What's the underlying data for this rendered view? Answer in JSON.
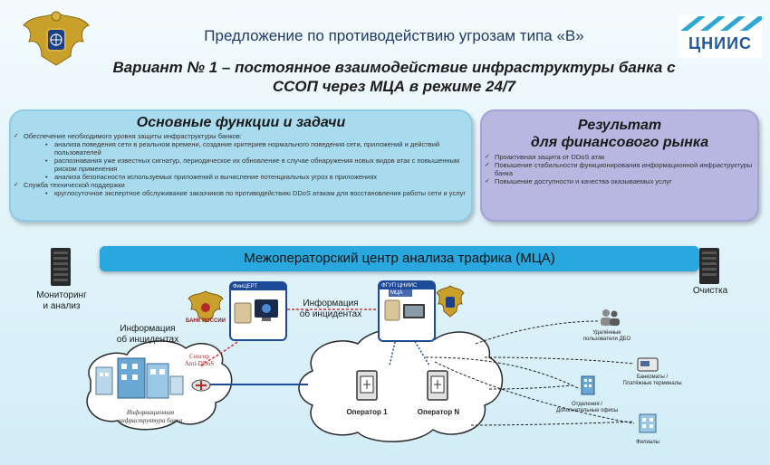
{
  "header": {
    "title": "Предложение по противодействию угрозам типа «В»",
    "subtitle_line1": "Вариант № 1 – постоянное взаимодействие инфраструктуры банка с",
    "subtitle_line2": "ССОП через МЦА в режиме 24/7",
    "logo_text": "ЦНИИС"
  },
  "left_panel": {
    "title": "Основные функции и задачи",
    "item1": "Обеспечение необходимого уровня защиты инфраструктуры банков:",
    "item1_sub": [
      "анализа поведения сети в реальном времени, создание критериев нормального поведения сети, приложений и действий пользователей",
      "распознавания уже известных сигнатур, периодическое их обновление в случае обнаружения новых видов атак с повышенным риском применения",
      "анализа безопасности используемых приложений и вычисление потенциальных угроз в приложениях"
    ],
    "item2": "Служба технической поддержки",
    "item2_sub": [
      "круглосуточное экспертное обслуживание заказчиков по противодействию DDoS атакам для восстановления работы сети и услуг"
    ]
  },
  "right_panel": {
    "title_line1": "Результат",
    "title_line2": "для финансового рынка",
    "items": [
      "Проактивная защита от DDoS атак",
      "Повышение стабильности функционирования информационной инфраструктуры банка",
      "Повышение доступности и качества оказываемых услуг"
    ]
  },
  "diagram": {
    "band_title": "Межоператорский центр анализа трафика (МЦА)",
    "monitoring_line1": "Мониторинг",
    "monitoring_line2": "и анализ",
    "cleaning": "Очистка",
    "fincert": "ФинЦЕРТ",
    "bank_russia": "БАНК РОССИИ",
    "fsup_line1": "ФГУП ЦНИИС",
    "fsup_line2": "МЦА",
    "info_mid_line1": "Информация",
    "info_mid_line2": "об инцидентах",
    "info_left_line1": "Информация",
    "info_left_line2": "об инцидентах",
    "sensor_line1": "Сенсор",
    "sensor_line2": "Anti-DDoS",
    "bank_infra_line1": "Информационная",
    "bank_infra_line2": "инфраструктура банка",
    "operator1": "Оператор 1",
    "operatorN": "Оператор N",
    "remote_users_line1": "Удалённые",
    "remote_users_line2": "пользователи ДБО",
    "atm_line1": "Банкоматы /",
    "atm_line2": "Платёжные терминалы",
    "offices_line1": "Отделения /",
    "offices_line2": "Дополнительные офисы",
    "branches": "Филиалы"
  },
  "colors": {
    "band": "#29a7df",
    "left_panel": "#a9dbef",
    "right_panel": "#b7b7e2",
    "title": "#1f3a6b"
  }
}
